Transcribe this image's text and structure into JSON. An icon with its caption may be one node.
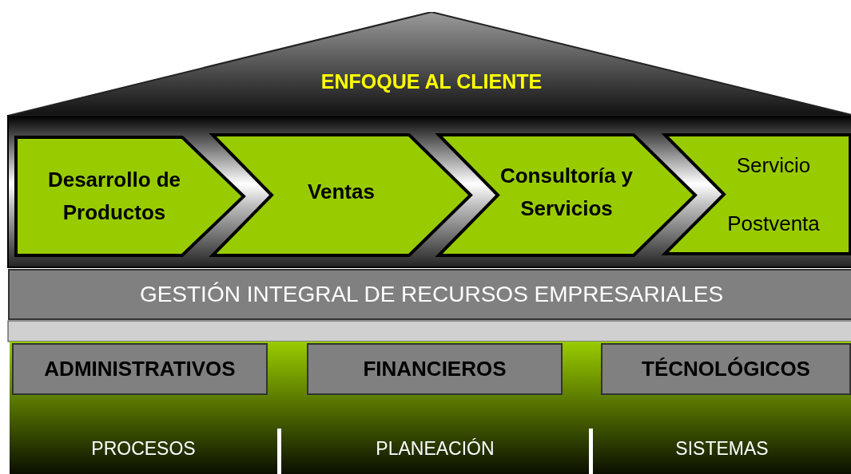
{
  "diagram": {
    "nodes": [
      {
        "text": [
          "ENFOQUE AL CLIENTE"
        ]
      },
      {
        "text": [
          "Desarrollo de Productos"
        ]
      },
      {
        "text": [
          "Ventas"
        ]
      },
      {
        "text": [
          "Consultoría y Servicios"
        ]
      },
      {
        "text": [
          "Servicio",
          "Postventa"
        ]
      },
      {
        "text": [
          "GESTIÓN INTEGRAL DE RECURSOS EMPRESARIALES"
        ]
      },
      {
        "text": [
          "ADMINISTRATIVOS"
        ]
      },
      {
        "text": [
          "FINANCIEROS"
        ]
      },
      {
        "text": [
          "TÉCNOLÓGICOS"
        ]
      }
    ],
    "edges": [],
    "labels": [
      "PROCESOS",
      "PLANEACIÓN",
      "SISTEMAS"
    ]
  }
}
